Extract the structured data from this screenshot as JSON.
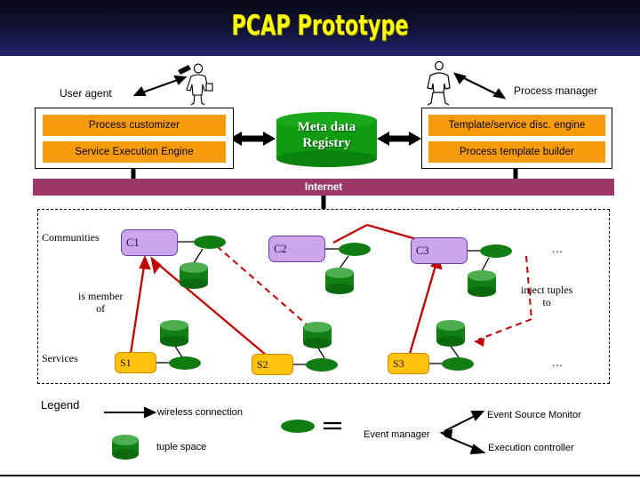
{
  "slide": {
    "title": "PCAP Prototype",
    "banner_color": "#1b1b52",
    "title_color": "#ffff00"
  },
  "architecture": {
    "user_agent_label": "User agent",
    "process_manager_label": "Process manager",
    "left_panel": {
      "bars": [
        "Process customizer",
        "Service Execution Engine"
      ]
    },
    "registry": {
      "line1": "Meta data",
      "line2": "Registry",
      "color": "#0f9b12"
    },
    "right_panel": {
      "bars": [
        "Template/service disc. engine",
        "Process template builder"
      ]
    },
    "bar_color": "#f79b0c"
  },
  "internet": {
    "label": "Internet",
    "color": "#9b3869"
  },
  "network": {
    "row_labels": {
      "communities": "Communities",
      "services": "Services"
    },
    "communities": [
      "C1",
      "C2",
      "C3"
    ],
    "services": [
      "S1",
      "S2",
      "S3"
    ],
    "ellipsis": "...",
    "annotations": {
      "is_member_of_line1": "is member",
      "is_member_of_line2": "of",
      "inject_tuples_line1": "inject tuples",
      "inject_tuples_line2": "to"
    },
    "community_color": "#cca5ec",
    "service_color": "#ffc20e",
    "tuple_space_color": "#117f13",
    "relation_arrow_color": "#c00000"
  },
  "legend": {
    "title": "Legend",
    "wireless_connection": "wireless connection",
    "tuple_space": "tuple space",
    "equals": "=",
    "event_manager": "Event manager",
    "event_source_monitor": "Event Source Monitor",
    "execution_controller": "Execution controller"
  }
}
